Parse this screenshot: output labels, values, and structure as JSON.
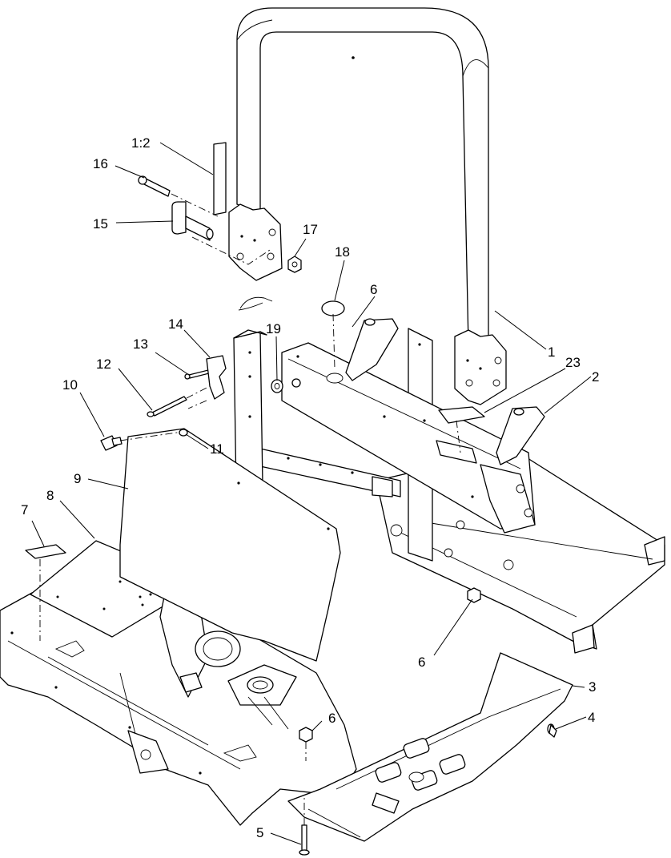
{
  "callouts": [
    {
      "id": "c1",
      "text": "1"
    },
    {
      "id": "c1-2",
      "text": "1:2"
    },
    {
      "id": "c2",
      "text": "2"
    },
    {
      "id": "c3",
      "text": "3"
    },
    {
      "id": "c4",
      "text": "4"
    },
    {
      "id": "c5",
      "text": "5"
    },
    {
      "id": "c6a",
      "text": "6"
    },
    {
      "id": "c6b",
      "text": "6"
    },
    {
      "id": "c6c",
      "text": "6"
    },
    {
      "id": "c7",
      "text": "7"
    },
    {
      "id": "c8",
      "text": "8"
    },
    {
      "id": "c9",
      "text": "9"
    },
    {
      "id": "c10",
      "text": "10"
    },
    {
      "id": "c11",
      "text": "11"
    },
    {
      "id": "c12",
      "text": "12"
    },
    {
      "id": "c13",
      "text": "13"
    },
    {
      "id": "c14",
      "text": "14"
    },
    {
      "id": "c15",
      "text": "15"
    },
    {
      "id": "c16",
      "text": "16"
    },
    {
      "id": "c17",
      "text": "17"
    },
    {
      "id": "c18",
      "text": "18"
    },
    {
      "id": "c19",
      "text": "19"
    },
    {
      "id": "c23",
      "text": "23"
    }
  ]
}
